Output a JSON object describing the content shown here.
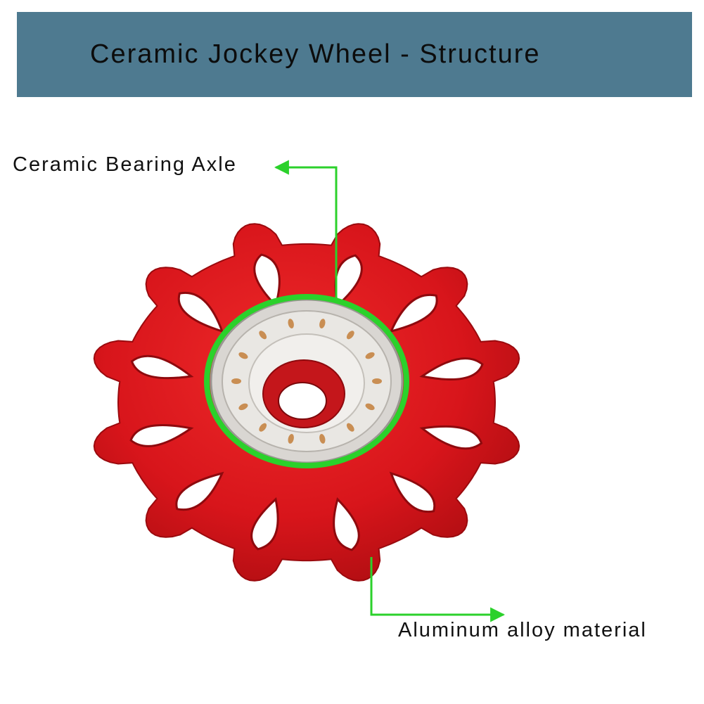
{
  "header": {
    "title": "Ceramic Jockey Wheel - Structure"
  },
  "callouts": {
    "bearing_label": "Ceramic Bearing Axle",
    "material_label": "Aluminum alloy material"
  },
  "colors": {
    "banner": "#4e7a90",
    "wheel_red": "#d8151b",
    "callout_green": "#2bd12b",
    "bearing_white": "#ececea",
    "bearing_ball": "#c0782e"
  },
  "wheel": {
    "teeth": 12
  }
}
